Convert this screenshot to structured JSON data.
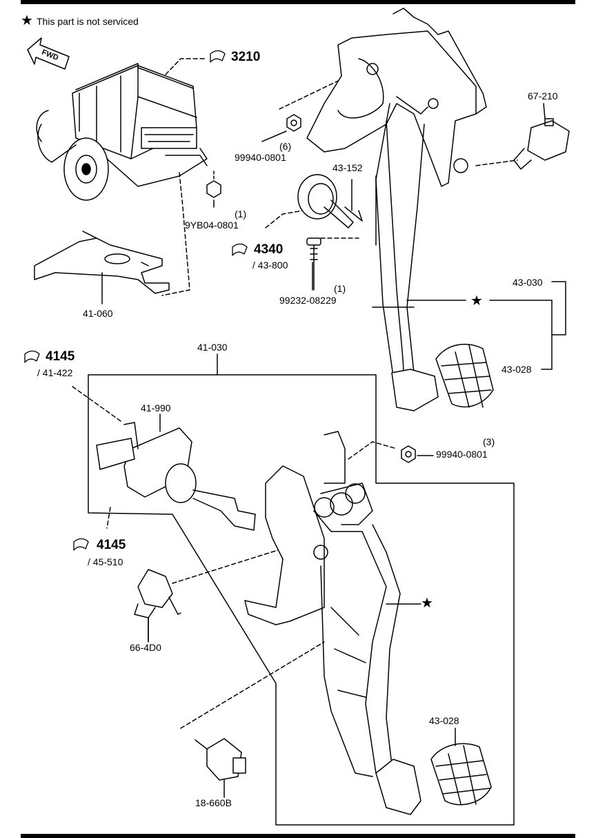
{
  "legend": {
    "star_symbol": "★",
    "note": "This part is not serviced"
  },
  "fwd": "FWD",
  "labels": {
    "ref_3210": "3210",
    "p67_210": "67-210",
    "p99940_0801_top_qty": "(6)",
    "p99940_0801_top": "99940-0801",
    "p43_152": "43-152",
    "p9YB04_qty": "(1)",
    "p9YB04": "9YB04-0801",
    "ref_4340": "4340",
    "p43_800": "/ 43-800",
    "p99232_qty": "(1)",
    "p99232": "99232-08229",
    "p43_030": "43-030",
    "p41_060": "41-060",
    "p43_028_top": "43-028",
    "p41_030": "41-030",
    "ref_4145_a": "4145",
    "p41_422": "/ 41-422",
    "p41_990": "41-990",
    "p99940_0801_mid_qty": "(3)",
    "p99940_0801_mid": "99940-0801",
    "ref_4145_b": "4145",
    "p45_510": "/ 45-510",
    "p66_4D0": "66-4D0",
    "p43_028_bot": "43-028",
    "p18_660B": "18-660B",
    "star_upper": "★",
    "star_lower": "★"
  }
}
